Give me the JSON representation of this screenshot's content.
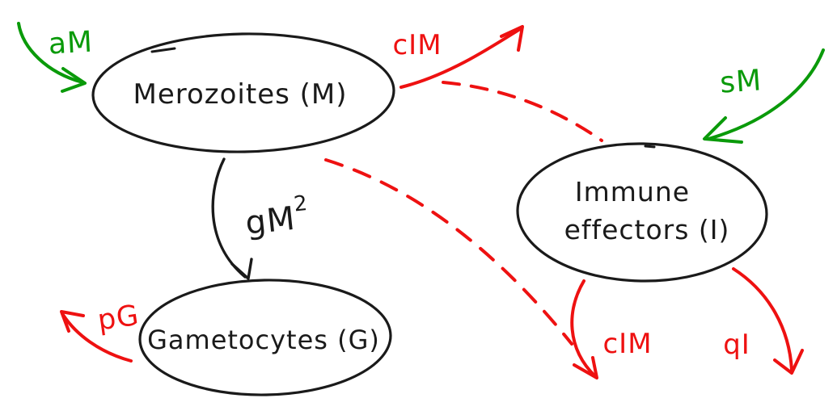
{
  "diagram": {
    "background": "#ffffff",
    "colors": {
      "black": "#1a1a1a",
      "red": "#ee1111",
      "green": "#0a9a0a"
    },
    "nodes": {
      "merozoites": {
        "label": "Merozoites (M)"
      },
      "immune_effectors": {
        "label_line1": "Immune",
        "label_line2": "effectors (I)"
      },
      "gametocytes": {
        "label": "Gametocytes (G)"
      }
    },
    "edges": {
      "aM": {
        "label": "aM",
        "color": "green",
        "style": "solid",
        "from": "outside top-left",
        "to": "Merozoites (M)"
      },
      "cIM_top": {
        "label": "cIM",
        "color": "red",
        "style": "solid",
        "from": "Merozoites (M)",
        "to": "outside top-right"
      },
      "sM": {
        "label": "sM",
        "color": "green",
        "style": "solid",
        "from": "outside top-right",
        "to": "Immune effectors (I)"
      },
      "gM2": {
        "label_base": "gM",
        "label_sup": "2",
        "color": "black",
        "style": "solid",
        "from": "Merozoites (M)",
        "to": "Gametocytes (G)"
      },
      "pG": {
        "label": "pG",
        "color": "red",
        "style": "solid",
        "from": "Gametocytes (G)",
        "to": "outside left"
      },
      "cIM_bottom": {
        "label": "cIM",
        "color": "red",
        "style": "solid",
        "from": "Immune effectors (I)",
        "to": "outside bottom"
      },
      "qI": {
        "label": "qI",
        "color": "red",
        "style": "solid",
        "from": "Immune effectors (I)",
        "to": "outside bottom"
      },
      "dashed_link_top": {
        "color": "red",
        "style": "dashed",
        "from": "cIM arrow",
        "to": "Immune effectors (I)"
      },
      "dashed_link_bottom": {
        "color": "red",
        "style": "dashed",
        "from": "Merozoites (M)",
        "to": "lower cIM arrow"
      }
    }
  }
}
